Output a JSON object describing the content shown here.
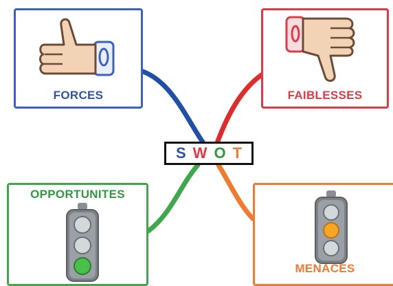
{
  "center": {
    "letters": [
      "S",
      "W",
      "O",
      "T"
    ],
    "letter_colors": [
      "#2f52b0",
      "#e23a45",
      "#2f9a3e",
      "#f07a2e"
    ]
  },
  "quadrants": {
    "forces": {
      "label": "FORCES",
      "color": "#3a5fc8",
      "icon": "thumbs-up-icon"
    },
    "faiblesses": {
      "label": "FAIBLESSES",
      "color": "#e23a45",
      "icon": "thumbs-down-icon"
    },
    "opportunites": {
      "label": "OPPORTUNITES",
      "color": "#3fa84b",
      "icon": "traffic-light-green-icon"
    },
    "menaces": {
      "label": "MENACES",
      "color": "#f07a2e",
      "icon": "traffic-light-orange-icon"
    }
  }
}
